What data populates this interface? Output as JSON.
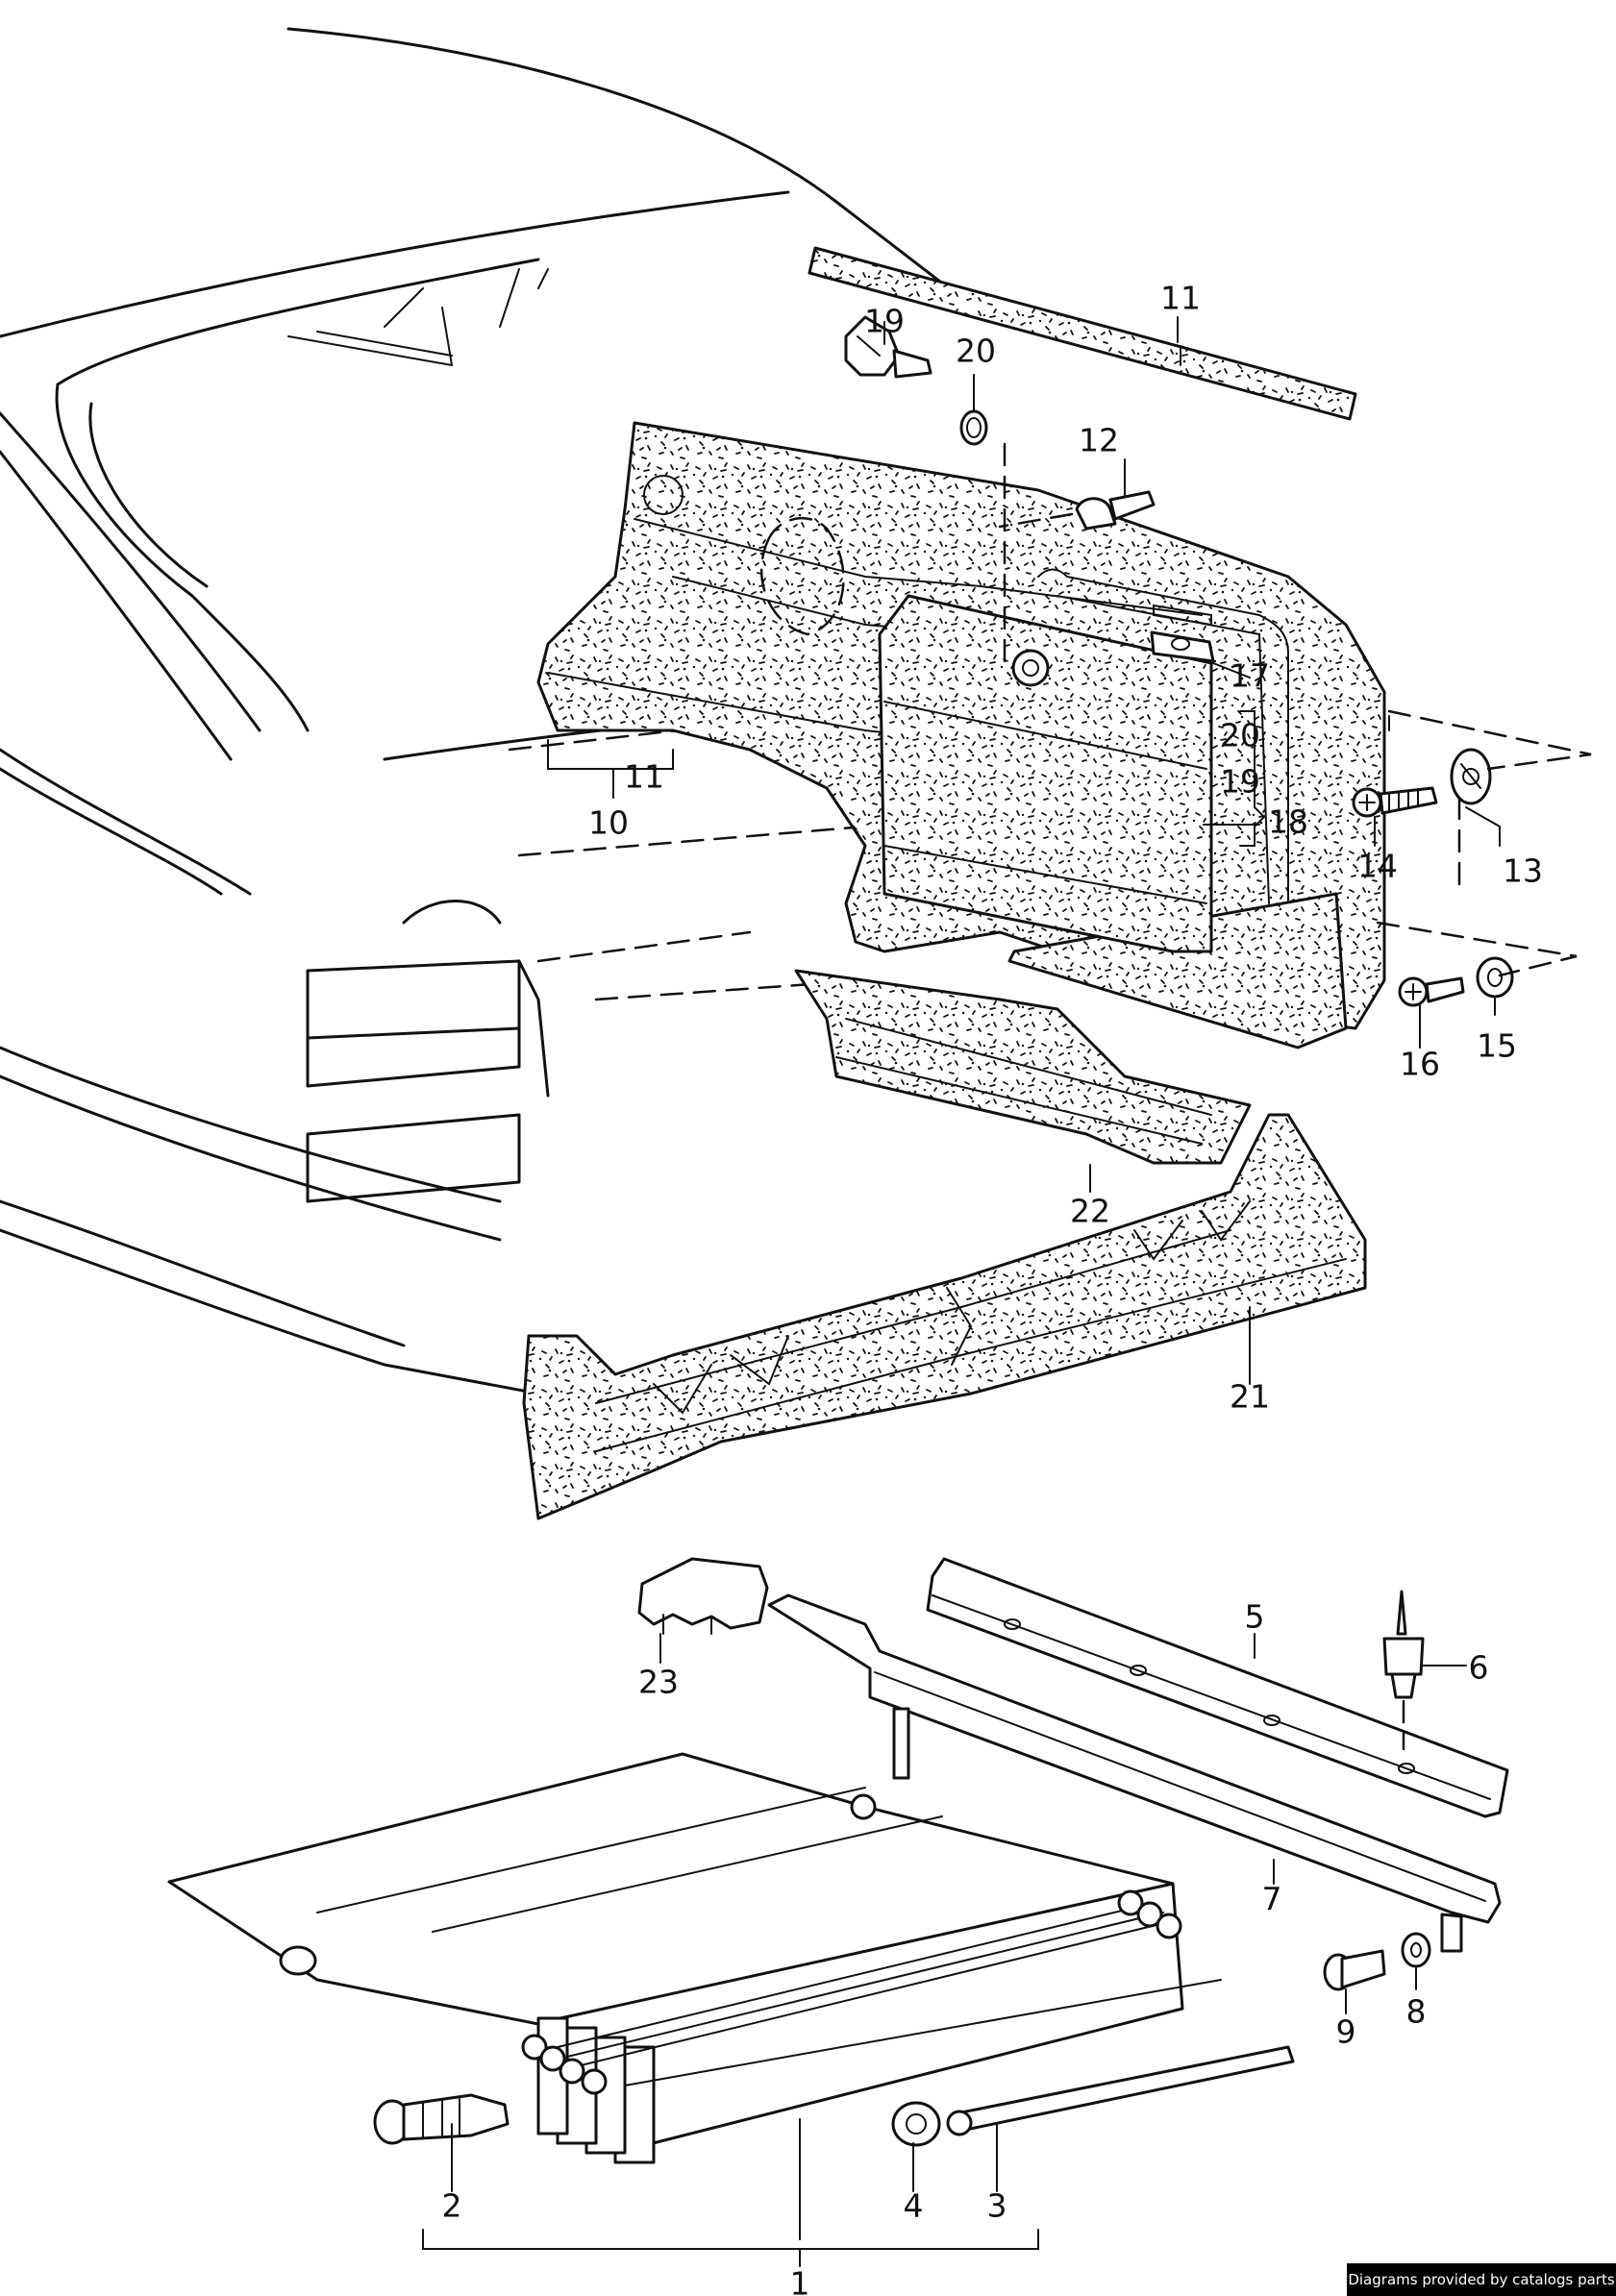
{
  "credit": "Diagrams provided by catalogs parts",
  "callouts": [
    {
      "id": "1",
      "label": "1"
    },
    {
      "id": "2",
      "label": "2"
    },
    {
      "id": "3",
      "label": "3"
    },
    {
      "id": "4",
      "label": "4"
    },
    {
      "id": "5",
      "label": "5"
    },
    {
      "id": "6",
      "label": "6"
    },
    {
      "id": "7",
      "label": "7"
    },
    {
      "id": "8",
      "label": "8"
    },
    {
      "id": "9",
      "label": "9"
    },
    {
      "id": "10",
      "label": "10"
    },
    {
      "id": "11a",
      "label": "11"
    },
    {
      "id": "11b",
      "label": "11"
    },
    {
      "id": "12",
      "label": "12"
    },
    {
      "id": "13",
      "label": "13"
    },
    {
      "id": "14",
      "label": "14"
    },
    {
      "id": "15",
      "label": "15"
    },
    {
      "id": "16",
      "label": "16"
    },
    {
      "id": "17",
      "label": "17"
    },
    {
      "id": "18",
      "label": "18"
    },
    {
      "id": "19a",
      "label": "19"
    },
    {
      "id": "19b",
      "label": "19"
    },
    {
      "id": "20a",
      "label": "20"
    },
    {
      "id": "20b",
      "label": "20"
    },
    {
      "id": "21",
      "label": "21"
    },
    {
      "id": "22",
      "label": "22"
    },
    {
      "id": "23",
      "label": "23"
    }
  ]
}
